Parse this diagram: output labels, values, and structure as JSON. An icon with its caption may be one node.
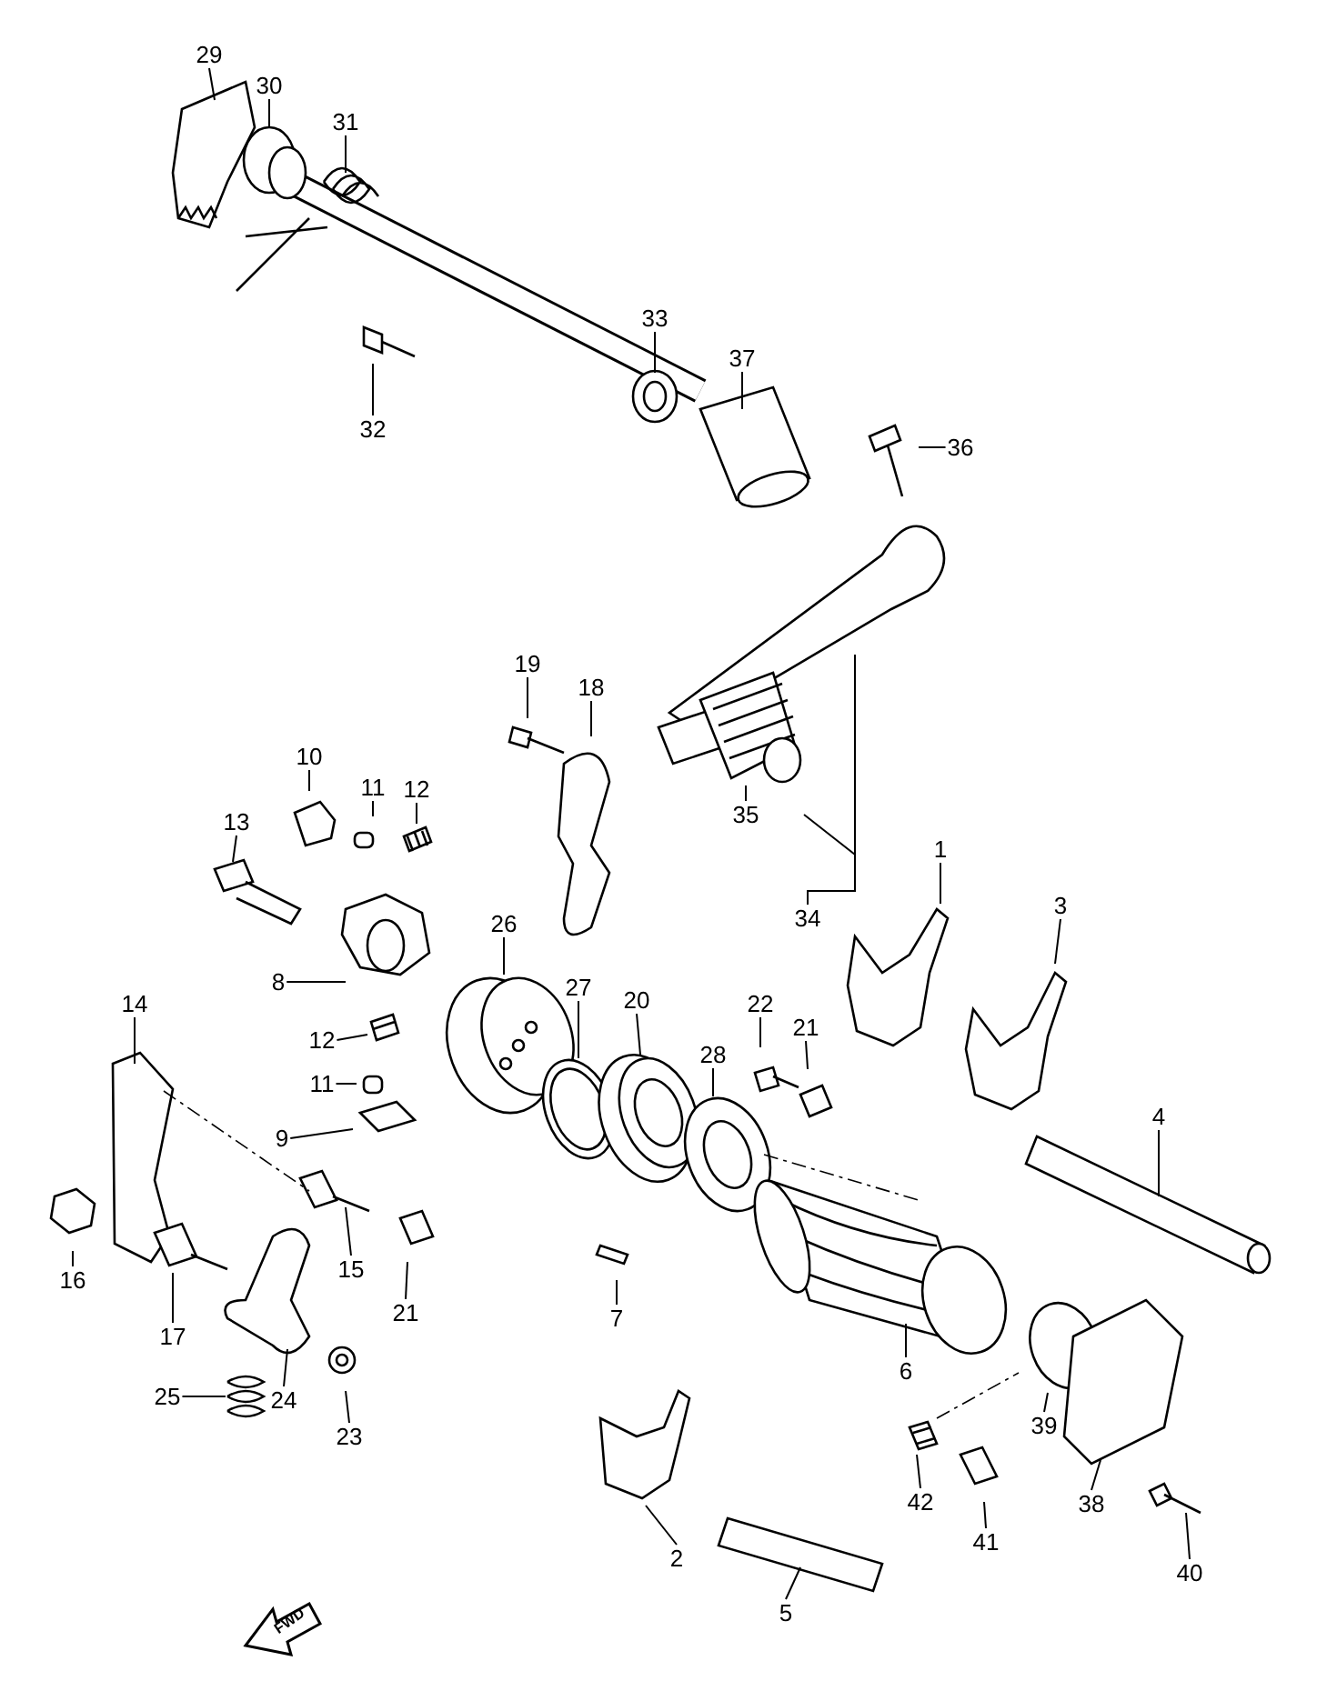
{
  "diagram": {
    "nodes": [
      {
        "text": [
          "29"
        ]
      },
      {
        "text": [
          "30"
        ]
      },
      {
        "text": [
          "31"
        ]
      },
      {
        "text": [
          "33"
        ]
      },
      {
        "text": [
          "37"
        ]
      },
      {
        "text": [
          "32"
        ]
      },
      {
        "text": [
          "36"
        ]
      },
      {
        "text": [
          "19"
        ]
      },
      {
        "text": [
          "18"
        ]
      },
      {
        "text": [
          "10"
        ]
      },
      {
        "text": [
          "11"
        ]
      },
      {
        "text": [
          "12"
        ]
      },
      {
        "text": [
          "13"
        ]
      },
      {
        "text": [
          "35"
        ]
      },
      {
        "text": [
          "1"
        ]
      },
      {
        "text": [
          "3"
        ]
      },
      {
        "text": [
          "34"
        ]
      },
      {
        "text": [
          "26"
        ]
      },
      {
        "text": [
          "8"
        ]
      },
      {
        "text": [
          "27"
        ]
      },
      {
        "text": [
          "20"
        ]
      },
      {
        "text": [
          "22"
        ]
      },
      {
        "text": [
          "21"
        ]
      },
      {
        "text": [
          "14"
        ]
      },
      {
        "text": [
          "12"
        ]
      },
      {
        "text": [
          "28"
        ]
      },
      {
        "text": [
          "11"
        ]
      },
      {
        "text": [
          "9"
        ]
      },
      {
        "text": [
          "4"
        ]
      },
      {
        "text": [
          "15"
        ]
      },
      {
        "text": [
          "16"
        ]
      },
      {
        "text": [
          "17"
        ]
      },
      {
        "text": [
          "21"
        ]
      },
      {
        "text": [
          "7"
        ]
      },
      {
        "text": [
          "6"
        ]
      },
      {
        "text": [
          "25"
        ]
      },
      {
        "text": [
          "24"
        ]
      },
      {
        "text": [
          "39"
        ]
      },
      {
        "text": [
          "23"
        ]
      },
      {
        "text": [
          "42"
        ]
      },
      {
        "text": [
          "38"
        ]
      },
      {
        "text": [
          "41"
        ]
      },
      {
        "text": [
          "2"
        ]
      },
      {
        "text": [
          "40"
        ]
      },
      {
        "text": [
          "5"
        ]
      }
    ],
    "edges": [
      {
        "from": 0,
        "to": null,
        "arrow": "none"
      },
      {
        "from": 1,
        "to": null,
        "arrow": "none"
      },
      {
        "from": 2,
        "to": null,
        "arrow": "none"
      },
      {
        "from": 3,
        "to": null,
        "arrow": "none"
      },
      {
        "from": 4,
        "to": null,
        "arrow": "none"
      },
      {
        "from": 5,
        "to": null,
        "arrow": "none"
      },
      {
        "from": 6,
        "to": null,
        "arrow": "none"
      },
      {
        "from": 7,
        "to": null,
        "arrow": "none"
      },
      {
        "from": 8,
        "to": null,
        "arrow": "none"
      },
      {
        "from": 9,
        "to": null,
        "arrow": "none"
      },
      {
        "from": 10,
        "to": null,
        "arrow": "none"
      },
      {
        "from": 11,
        "to": null,
        "arrow": "none"
      },
      {
        "from": 12,
        "to": null,
        "arrow": "none"
      },
      {
        "from": 13,
        "to": null,
        "arrow": "none"
      },
      {
        "from": 14,
        "to": null,
        "arrow": "none"
      },
      {
        "from": 15,
        "to": null,
        "arrow": "none"
      },
      {
        "from": 16,
        "to": null,
        "arrow": "none"
      },
      {
        "from": 17,
        "to": null,
        "arrow": "none"
      },
      {
        "from": 18,
        "to": null,
        "arrow": "none"
      },
      {
        "from": 19,
        "to": null,
        "arrow": "none"
      },
      {
        "from": 20,
        "to": null,
        "arrow": "none"
      },
      {
        "from": 21,
        "to": null,
        "arrow": "none"
      },
      {
        "from": 22,
        "to": null,
        "arrow": "none"
      },
      {
        "from": 23,
        "to": null,
        "arrow": "none"
      },
      {
        "from": 24,
        "to": null,
        "arrow": "none"
      },
      {
        "from": 25,
        "to": null,
        "arrow": "none"
      },
      {
        "from": 26,
        "to": null,
        "arrow": "none"
      },
      {
        "from": 27,
        "to": null,
        "arrow": "none"
      },
      {
        "from": 28,
        "to": null,
        "arrow": "none"
      },
      {
        "from": 29,
        "to": null,
        "arrow": "none"
      },
      {
        "from": 30,
        "to": null,
        "arrow": "none"
      },
      {
        "from": 31,
        "to": null,
        "arrow": "none"
      },
      {
        "from": 32,
        "to": null,
        "arrow": "none"
      },
      {
        "from": 33,
        "to": null,
        "arrow": "none"
      },
      {
        "from": 34,
        "to": null,
        "arrow": "none"
      },
      {
        "from": 35,
        "to": null,
        "arrow": "none"
      },
      {
        "from": 36,
        "to": null,
        "arrow": "none"
      },
      {
        "from": 37,
        "to": null,
        "arrow": "none"
      },
      {
        "from": 38,
        "to": null,
        "arrow": "none"
      },
      {
        "from": 39,
        "to": null,
        "arrow": "none"
      },
      {
        "from": 40,
        "to": null,
        "arrow": "none"
      },
      {
        "from": 41,
        "to": null,
        "arrow": "none"
      },
      {
        "from": 42,
        "to": null,
        "arrow": "none"
      },
      {
        "from": 43,
        "to": null,
        "arrow": "none"
      },
      {
        "from": 44,
        "to": null,
        "arrow": "none"
      }
    ],
    "labels": [
      "FWD"
    ]
  }
}
